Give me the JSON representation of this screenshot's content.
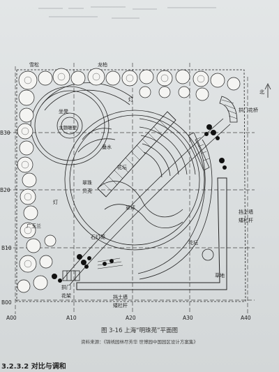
{
  "figure": {
    "caption": "图 3-16 上海“明珠苑”平面图",
    "source": "资料来源：《锦绣园林尽芳华 世博园中国园区设计方案集》"
  },
  "section": {
    "heading": "3.2.3.2 对比与调和"
  },
  "plan": {
    "north_label": "北",
    "labels": {
      "xuebai": "雪松",
      "longbai": "龙柏",
      "zuodeng": "坐凳",
      "zhuti": "主题雕塑",
      "deng": "灯",
      "dieshui": "叠水",
      "huatan1": "花坛",
      "huatan2": "花坛",
      "cuizhu": "翠珠",
      "beike": "贝壳",
      "caoping": "草坪",
      "shideng": "石灯笼",
      "guangyulan": "广玉兰",
      "deng2": "灯",
      "caodi": "草地",
      "dangtu_right_1": "挡土墙",
      "dangtu_right_2": "矮栏杆",
      "dangtu_bottom_1": "挡土墙",
      "dangtu_bottom_2": "矮栏杆",
      "zhimen_huaqiao_1": "拱门",
      "zhimen_huaqiao_2": "花桥",
      "zhimen_huajia_1": "拱门",
      "zhimen_huajia_2": "花架"
    },
    "grid_x": [
      "A00",
      "A10",
      "A20",
      "A30",
      "A40"
    ],
    "grid_y": [
      "B30",
      "B20",
      "B10",
      "B00"
    ]
  }
}
